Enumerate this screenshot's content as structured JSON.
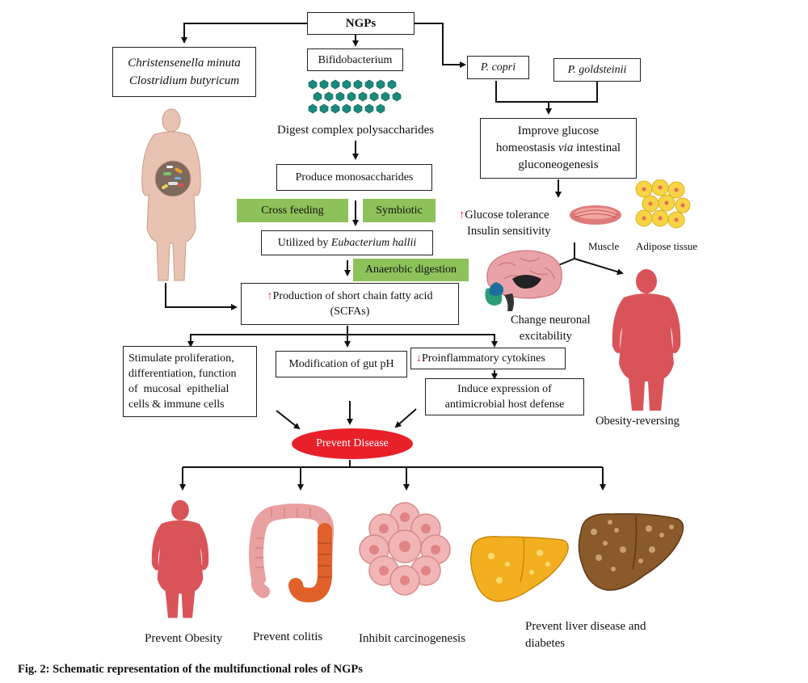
{
  "nodes": {
    "ngps": "NGPs",
    "christensenella": "Christensenella minuta",
    "clostridium": "Clostridium butyricum",
    "bifido": "Bifidobacterium",
    "digest": "Digest complex polysaccharides",
    "produce_mono": "Produce monosaccharides",
    "cross_feeding": "Cross feeding",
    "symbiotic": "Symbiotic",
    "utilized_prefix": "Utilized by",
    "utilized_species": "Eubacterium hallii",
    "anaerobic": "Anaerobic digestion",
    "scfa_line1": "Production of short chain fatty acid",
    "scfa_line2": "(SCFAs)",
    "p_copri": "P. copri",
    "p_goldsteinii": "P. goldsteinii",
    "glucose_line1": "Improve glucose",
    "glucose_line2a": "homeostasis",
    "glucose_line2b": "via",
    "glucose_line2c": "intestinal",
    "glucose_line3": "gluconeogenesis",
    "glucose_tolerance": "Glucose tolerance",
    "insulin_sensitivity": "Insulin sensitivity",
    "muscle": "Muscle",
    "adipose": "Adipose tissue",
    "neuronal_line1": "Change neuronal",
    "neuronal_line2": "excitability",
    "obesity_reversing": "Obesity-reversing",
    "stimulate_line1": "Stimulate proliferation,",
    "stimulate_line2": "differentiation, function",
    "stimulate_line3": "of  mucosal  epithelial",
    "stimulate_line4": "cells & immune cells",
    "gut_ph": "Modification of gut pH",
    "proinflammatory": "Proinflammatory cytokines",
    "antimicrobial_line1": "Induce expression of",
    "antimicrobial_line2": "antimicrobial host defense",
    "prevent_disease": "Prevent Disease"
  },
  "outcomes": {
    "obesity": "Prevent Obesity",
    "colitis": "Prevent colitis",
    "carcinogenesis": "Inhibit carcinogenesis",
    "liver_line1": "Prevent liver disease and",
    "liver_line2": "diabetes"
  },
  "caption": "Fig. 2: Schematic representation of the multifunctional roles of NGPs",
  "colors": {
    "green_box": "#8dc15a",
    "prevent_disease_fill": "#e8202a",
    "up_arrow": "#e8202a",
    "down_arrow": "#e8202a",
    "body_pink": "#d95459",
    "bacteria_teal": "#1a8a7a"
  }
}
